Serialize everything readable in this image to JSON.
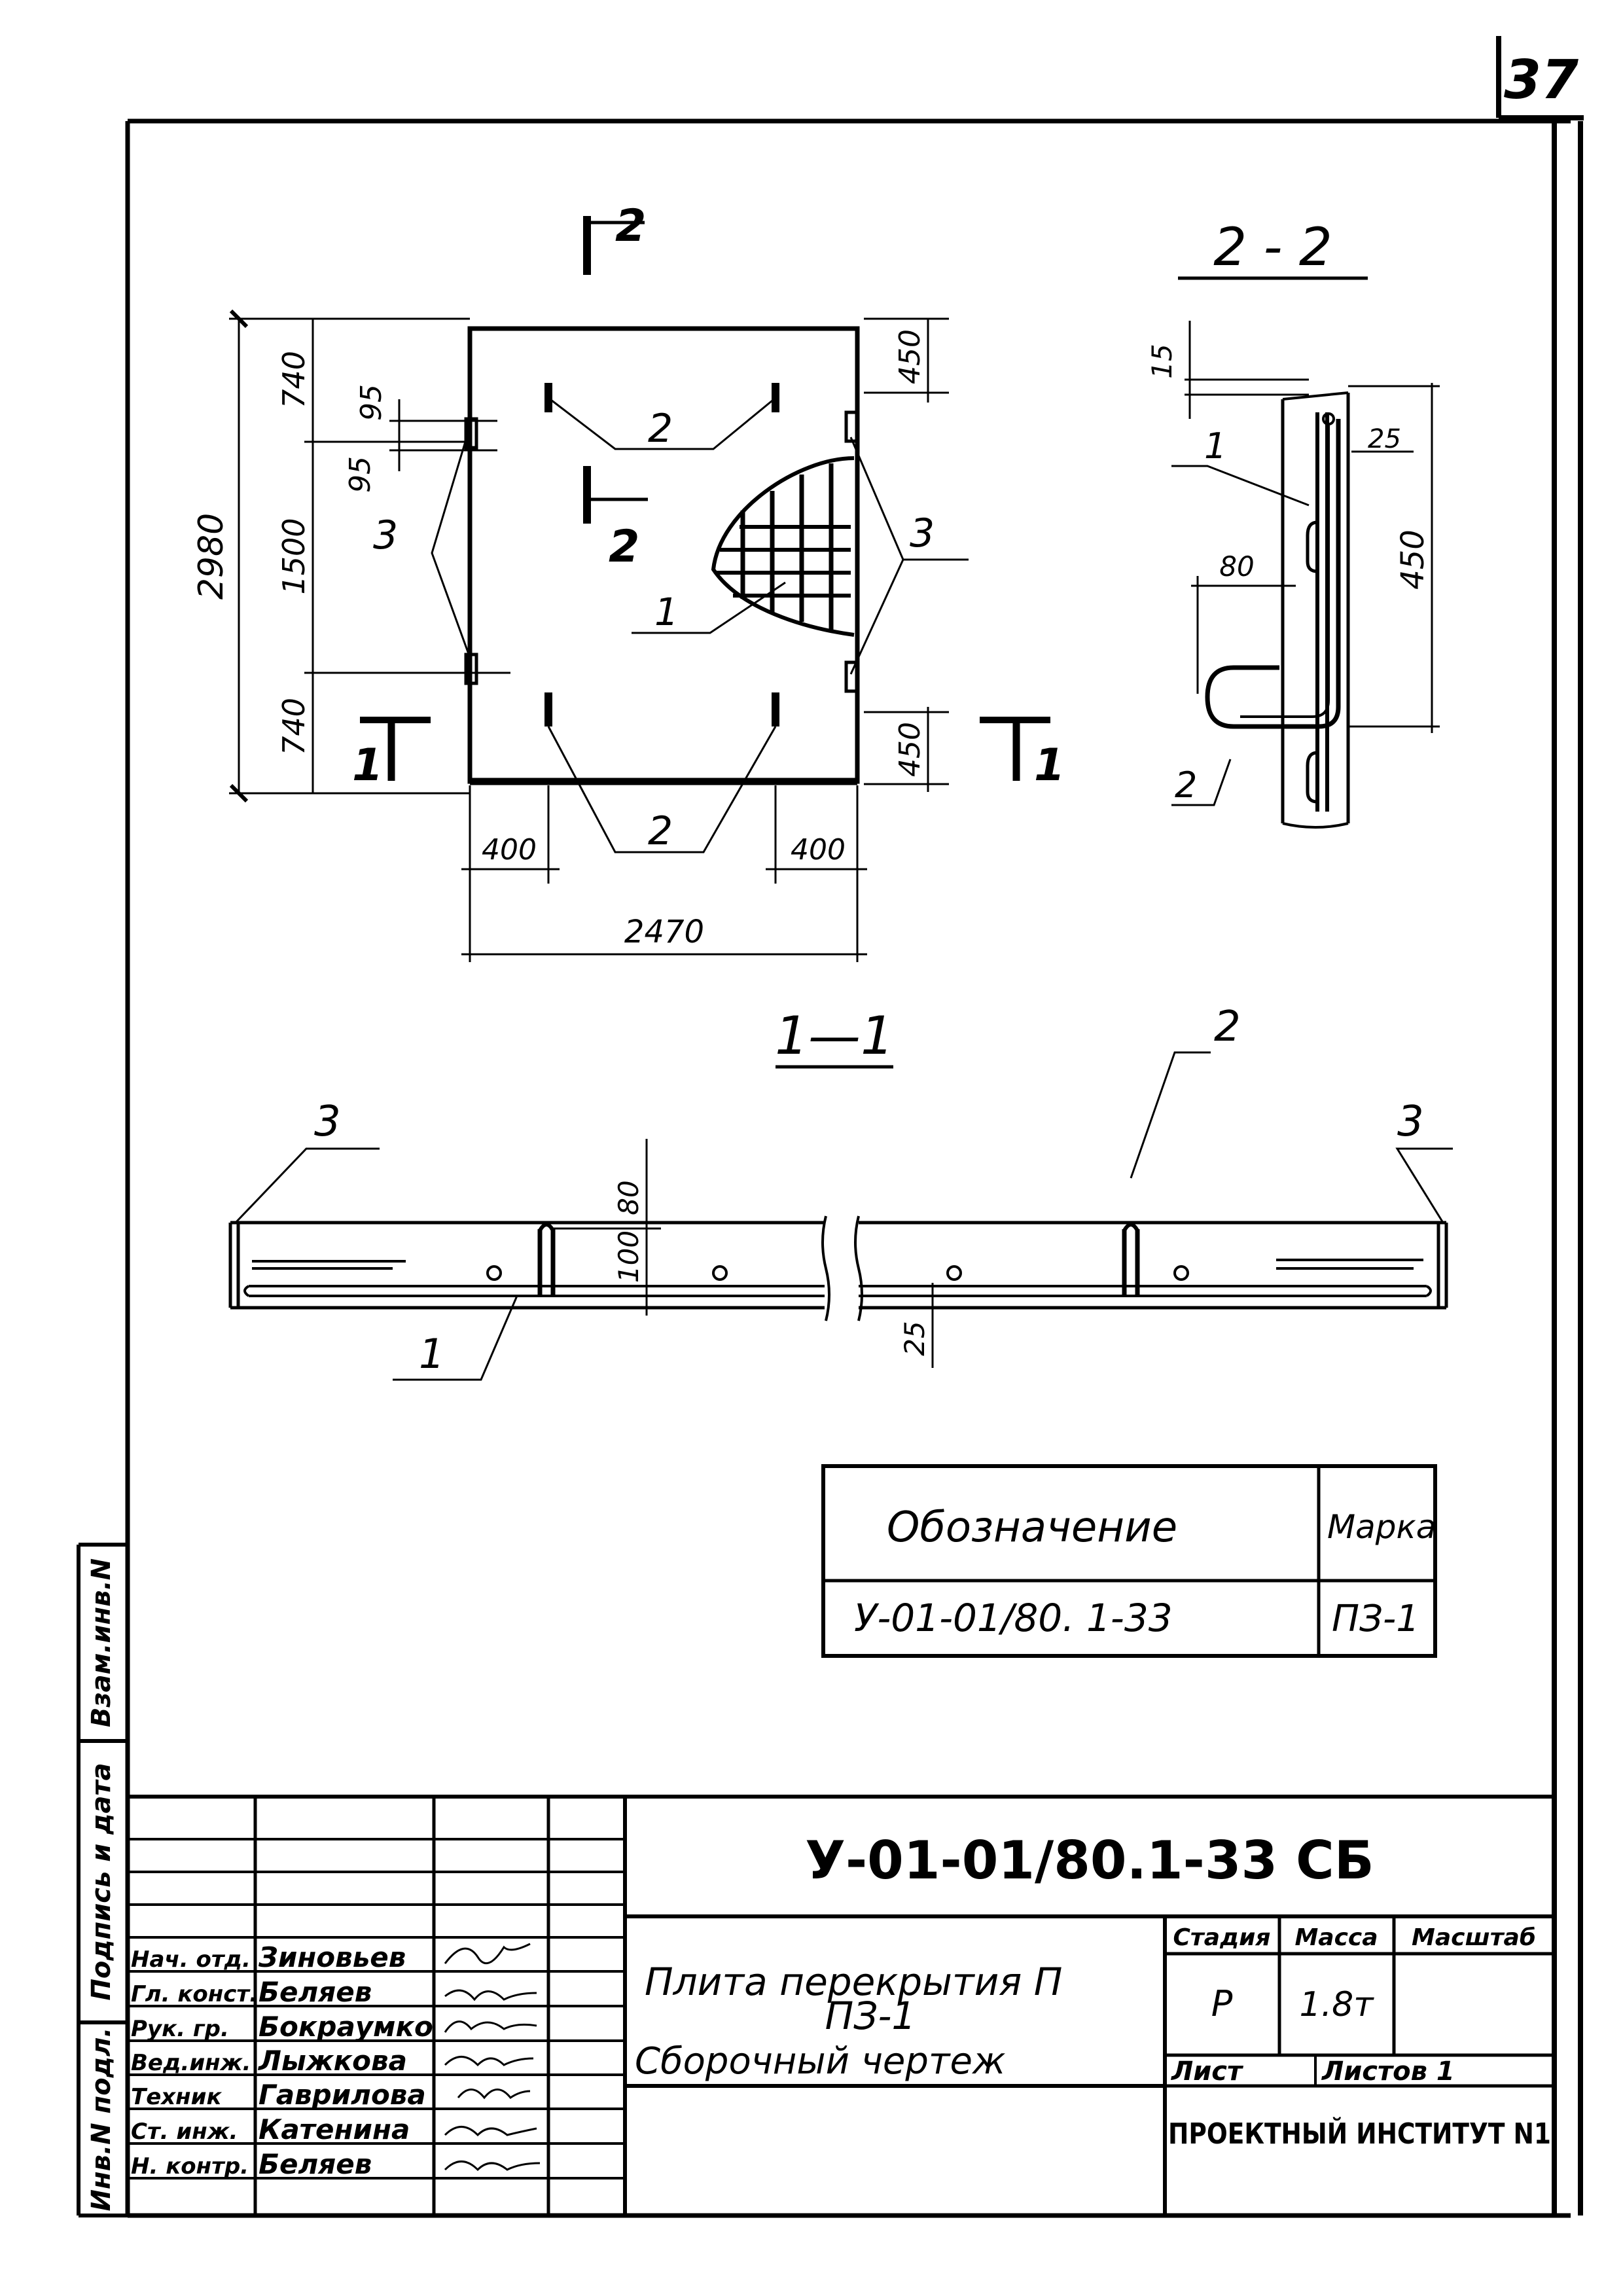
{
  "sheet": {
    "page_number": "37"
  },
  "plan": {
    "section_mark_top": "2",
    "section_mark_mid": "2",
    "section_mark_left": "1",
    "section_mark_right": "1",
    "dims": {
      "total_height": "2980",
      "top_segment": "740",
      "middle_segment": "1500",
      "bottom_segment": "740",
      "gap_a": "95",
      "gap_b": "95",
      "right_top": "450",
      "right_bottom": "450",
      "left_offset": "400",
      "right_offset": "400",
      "total_width": "2470"
    },
    "callouts": {
      "loops_top": "2",
      "loops_bottom": "2",
      "plates_left": "3",
      "plates_right": "3",
      "mesh": "1"
    }
  },
  "section22": {
    "title": "2 - 2",
    "dims": {
      "top": "15",
      "edge": "25",
      "height": "450",
      "loop": "80"
    },
    "callouts": {
      "mesh": "1",
      "loop": "2"
    }
  },
  "section11": {
    "title": "1—1",
    "dims": {
      "h100": "100",
      "h80": "80",
      "bottom": "25"
    },
    "callouts": {
      "plate_left": "3",
      "plate_right": "3",
      "loop": "2",
      "mesh": "1"
    }
  },
  "spec_table": {
    "headers": [
      "Обозначение",
      "Марка"
    ],
    "row": [
      "У-01-01/80. 1-33",
      "ПЗ-1"
    ]
  },
  "title_block": {
    "side_labels": [
      "Взам.инв.N",
      "Подпись и дата",
      "Инв.N подл."
    ],
    "doc_code": "У-01-01/80.1-33 СБ",
    "name_line1": "Плита перекрытия П",
    "name_line2": "ПЗ-1",
    "name_line3": "Сборочный чертеж",
    "stage_header": "Стадия",
    "mass_header": "Масса",
    "scale_header": "Масштаб",
    "stage": "Р",
    "mass": "1.8т",
    "sheet_label": "Лист",
    "sheets_label": "Листов 1",
    "org": "ПРОЕКТНЫЙ ИНСТИТУТ N1",
    "staff": [
      {
        "role": "Нач. отд.",
        "name": "Зиновьев"
      },
      {
        "role": "Гл. конст.",
        "name": "Беляев"
      },
      {
        "role": "Рук. гр.",
        "name": "Бокраумко"
      },
      {
        "role": "Вед.инж.",
        "name": "Лыжкова"
      },
      {
        "role": "Техник",
        "name": "Гаврилова"
      },
      {
        "role": "Ст. инж.",
        "name": "Катенина"
      },
      {
        "role": "Н. контр.",
        "name": "Беляев"
      }
    ]
  }
}
